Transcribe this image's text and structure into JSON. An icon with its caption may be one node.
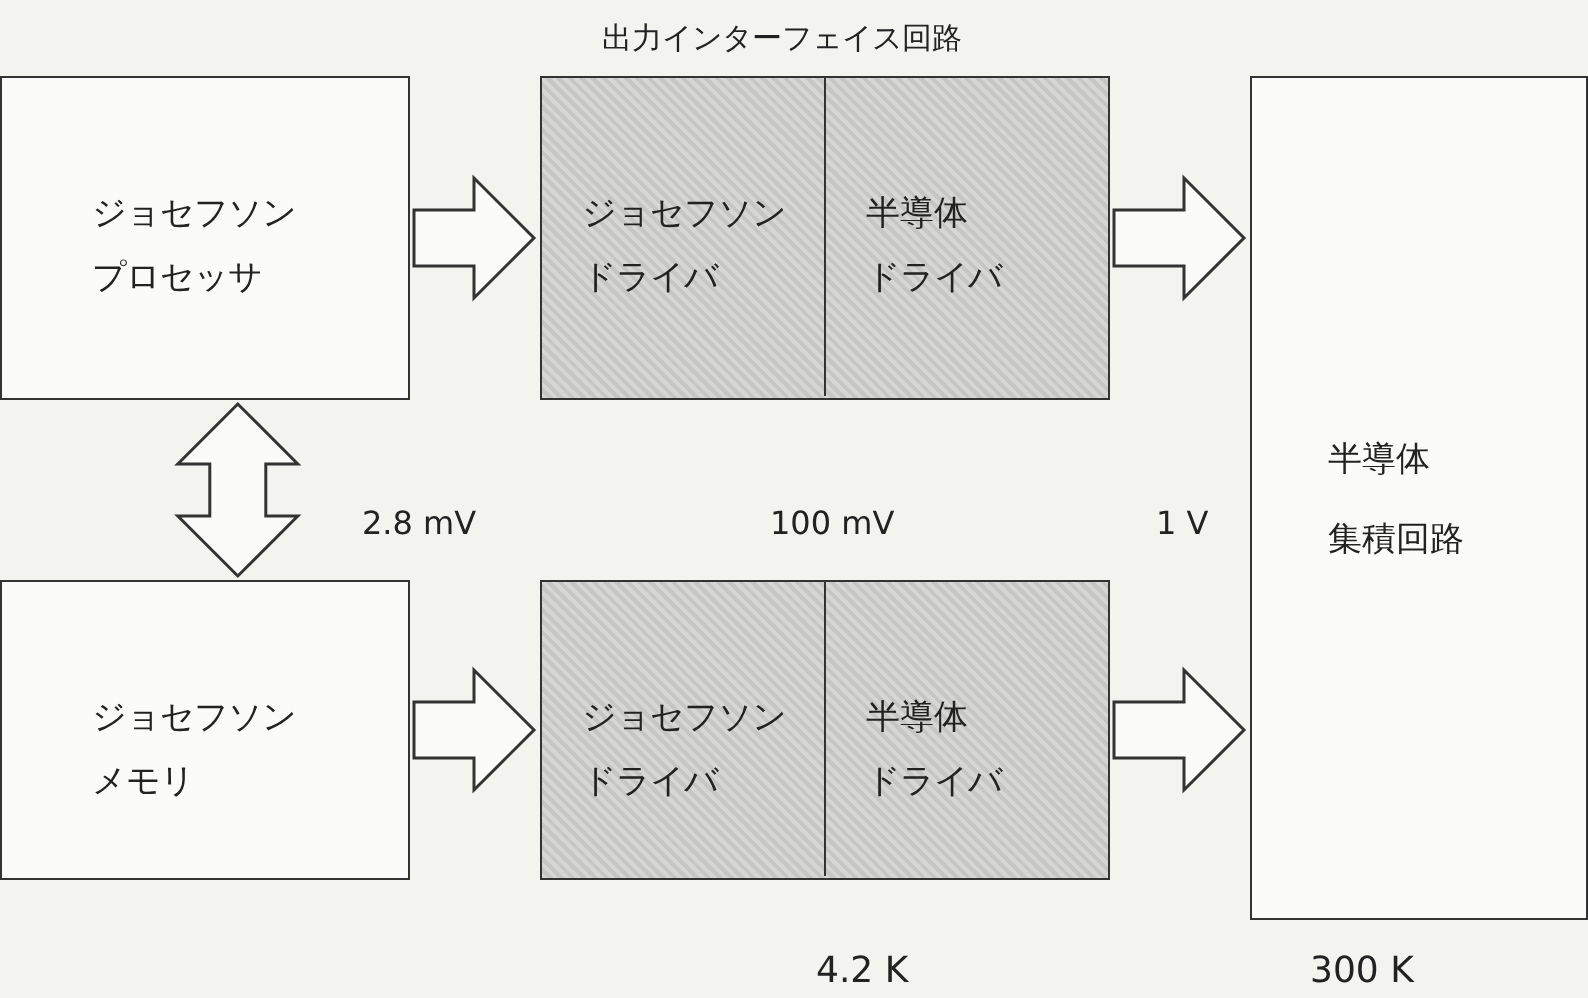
{
  "diagram": {
    "nodes": [
      {
        "text": [
          "ジョセフソンプロセッサ"
        ]
      },
      {
        "text": [
          "ジョセフソンメモリ"
        ]
      },
      {
        "text": [
          "出力インターフェイス回路"
        ]
      },
      {
        "text": [
          "ジョセフソンドライバ"
        ],
        "in": 2
      },
      {
        "text": [
          "半導体ドライバ"
        ],
        "in": 2
      },
      {
        "text": [],
        "shape": "box"
      },
      {
        "text": [
          "ジョセフソンドライバ"
        ],
        "in": 5
      },
      {
        "text": [
          "半導体ドライバ"
        ],
        "in": 5
      },
      {
        "text": [
          "半導体",
          "集積回路"
        ]
      }
    ],
    "edges": [
      {
        "from": 0,
        "to": 2,
        "arrow": "to"
      },
      {
        "from": 2,
        "to": 8,
        "arrow": "to"
      },
      {
        "from": 0,
        "to": 1,
        "arrow": "both"
      },
      {
        "from": 1,
        "to": 5,
        "arrow": "to"
      },
      {
        "from": 5,
        "to": 8,
        "arrow": "to"
      }
    ],
    "labels": [
      "2.8 mV",
      "100 mV",
      "1 V",
      "4.2 K",
      "300 K"
    ]
  }
}
